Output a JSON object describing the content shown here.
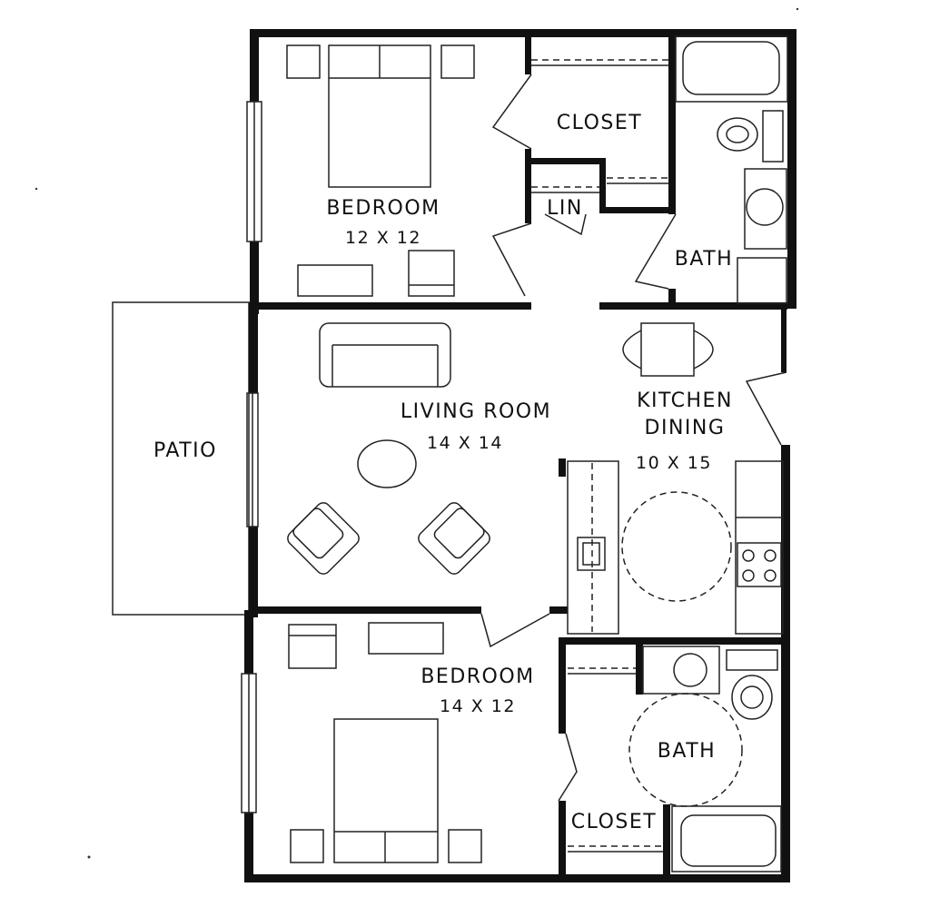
{
  "rooms": {
    "bedroom_top": {
      "label": "BEDROOM",
      "dims": "12 X 12"
    },
    "closet_top": {
      "label": "CLOSET"
    },
    "linen": {
      "label": "LIN"
    },
    "bath_top": {
      "label": "BATH"
    },
    "living": {
      "label": "LIVING ROOM",
      "dims": "14 X 14"
    },
    "kitchen": {
      "label_line1": "KITCHEN",
      "label_line2": "DINING",
      "dims": "10 X 15"
    },
    "patio": {
      "label": "PATIO"
    },
    "bedroom_bottom": {
      "label": "BEDROOM",
      "dims": "14 X 12"
    },
    "bath_bottom": {
      "label": "BATH"
    },
    "closet_bottom": {
      "label": "CLOSET"
    }
  }
}
